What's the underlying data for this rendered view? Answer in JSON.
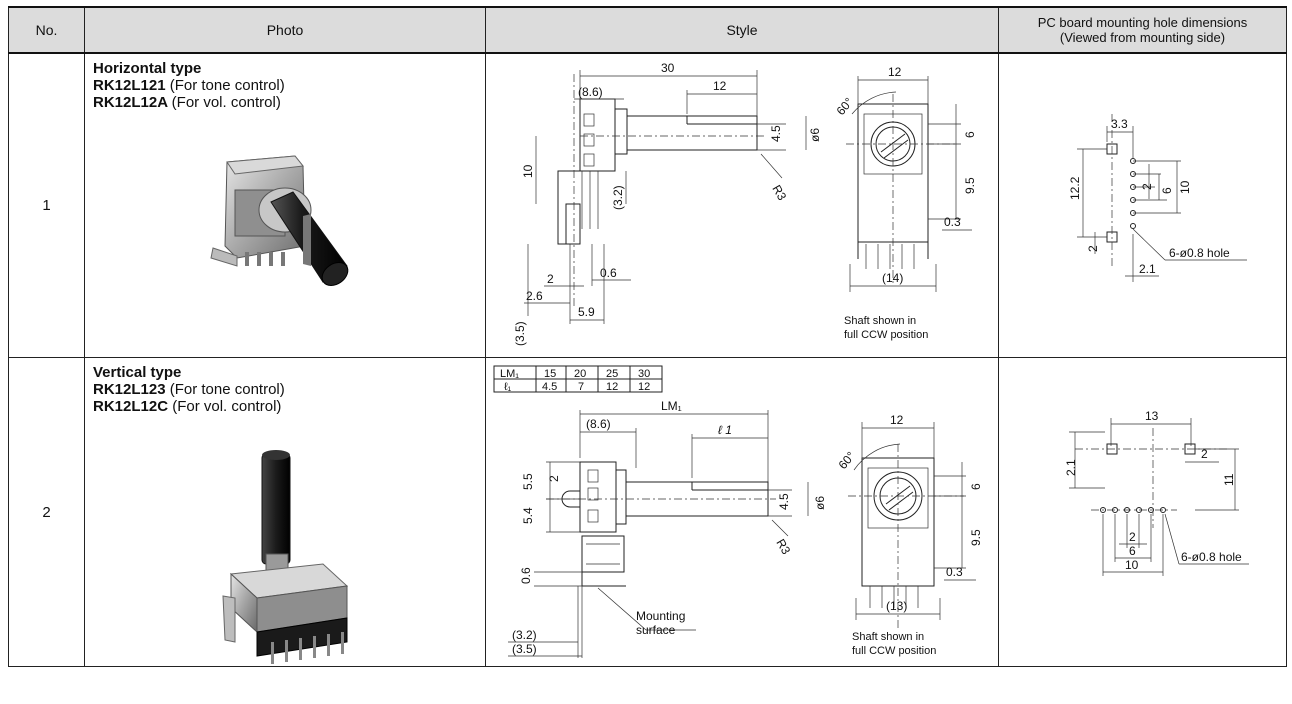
{
  "header": {
    "no": "No.",
    "photo": "Photo",
    "style": "Style",
    "mounting_line1": "PC board mounting hole dimensions",
    "mounting_line2": "(Viewed from mounting side)"
  },
  "rows": [
    {
      "no": "1",
      "type": "Horizontal type",
      "model1": "RK12L121",
      "model1_note": "(For tone control)",
      "model2": "RK12L12A",
      "model2_note": "(For vol. control)",
      "dims": {
        "d30": "30",
        "d86": "(8.6)",
        "d12a": "12",
        "d12b": "12",
        "d60": "60°",
        "d6": "6",
        "d45": "4.5",
        "dphi6": "ø6",
        "d10": "10",
        "d32": "(3.2)",
        "dr3": "R3",
        "d95": "9.5",
        "d03": "0.3",
        "d14": "(14)",
        "d35": "(3.5)",
        "d2": "2",
        "d06": "0.6",
        "d26": "2.6",
        "d59": "5.9",
        "note1": "Shaft shown in",
        "note2": "full CCW position"
      },
      "hole": {
        "h33": "3.3",
        "h122": "12.2",
        "h2a": "2",
        "h6": "6",
        "h10": "10",
        "h2b": "2",
        "h21": "2.1",
        "hole_label": "6-ø0.8 hole"
      }
    },
    {
      "no": "2",
      "type": "Vertical type",
      "model1": "RK12L123",
      "model1_note": "(For tone control)",
      "model2": "RK12L12C",
      "model2_note": "(For vol. control)",
      "lm_table": {
        "row1": [
          "LM₁",
          "15",
          "20",
          "25",
          "30"
        ],
        "row2": [
          "ℓ₁",
          "4.5",
          "7",
          "12",
          "12"
        ]
      },
      "dims": {
        "lm1": "LM₁",
        "d86": "(8.6)",
        "l1": "ℓ 1",
        "d12": "12",
        "d60": "60°",
        "d55": "5.5",
        "d2": "2",
        "d54": "5.4",
        "d6": "6",
        "d45": "4.5",
        "dphi6": "ø6",
        "dr3": "R3",
        "d95": "9.5",
        "d06": "0.6",
        "d03": "0.3",
        "d13": "(13)",
        "d32": "(3.2)",
        "d35": "(3.5)",
        "mount1": "Mounting",
        "mount2": "surface",
        "note1": "Shaft shown in",
        "note2": "full CCW position"
      },
      "hole": {
        "h13": "13",
        "h21": "2.1",
        "h2a": "2",
        "h11": "11",
        "h2b": "2",
        "h6": "6",
        "h10": "10",
        "hole_label": "6-ø0.8 hole"
      }
    }
  ]
}
